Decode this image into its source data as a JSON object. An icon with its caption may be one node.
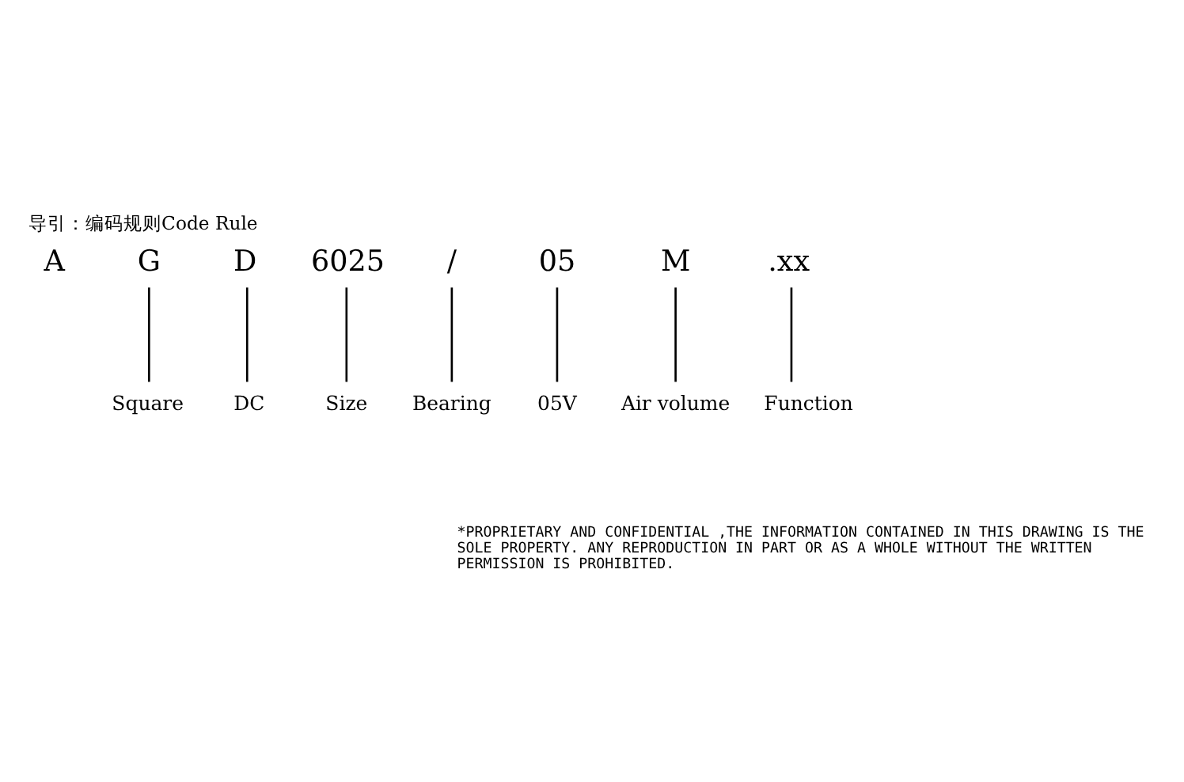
{
  "diagram": {
    "title": "导引：编码规则Code Rule",
    "nodes": [
      {
        "text": [
          "A"
        ]
      },
      {
        "text": [
          "G"
        ]
      },
      {
        "text": [
          "D"
        ]
      },
      {
        "text": [
          "6025"
        ]
      },
      {
        "text": [
          "/"
        ]
      },
      {
        "text": [
          "05"
        ]
      },
      {
        "text": [
          "M"
        ]
      },
      {
        "text": [
          ".xx"
        ]
      },
      {
        "text": [
          "Square"
        ]
      },
      {
        "text": [
          "DC"
        ]
      },
      {
        "text": [
          "Size"
        ]
      },
      {
        "text": [
          "Bearing"
        ]
      },
      {
        "text": [
          "05V"
        ]
      },
      {
        "text": [
          "Air volume"
        ]
      },
      {
        "text": [
          "Function"
        ]
      }
    ],
    "edges": [
      {
        "from": 1,
        "to": 8,
        "arrow": "none"
      },
      {
        "from": 2,
        "to": 9,
        "arrow": "none"
      },
      {
        "from": 3,
        "to": 10,
        "arrow": "none"
      },
      {
        "from": 4,
        "to": 11,
        "arrow": "none"
      },
      {
        "from": 5,
        "to": 12,
        "arrow": "none"
      },
      {
        "from": 6,
        "to": 13,
        "arrow": "none"
      },
      {
        "from": 7,
        "to": 14,
        "arrow": "none"
      }
    ],
    "labels": [
      "*PROPRIETARY AND CONFIDENTIAL ,THE INFORMATION CONTAINED IN THIS DRAWING IS THE SOLE PROPERTY. ANY REPRODUCTION IN PART OR AS A WHOLE WITHOUT THE WRITTEN PERMISSION IS PROHIBITED."
    ]
  }
}
